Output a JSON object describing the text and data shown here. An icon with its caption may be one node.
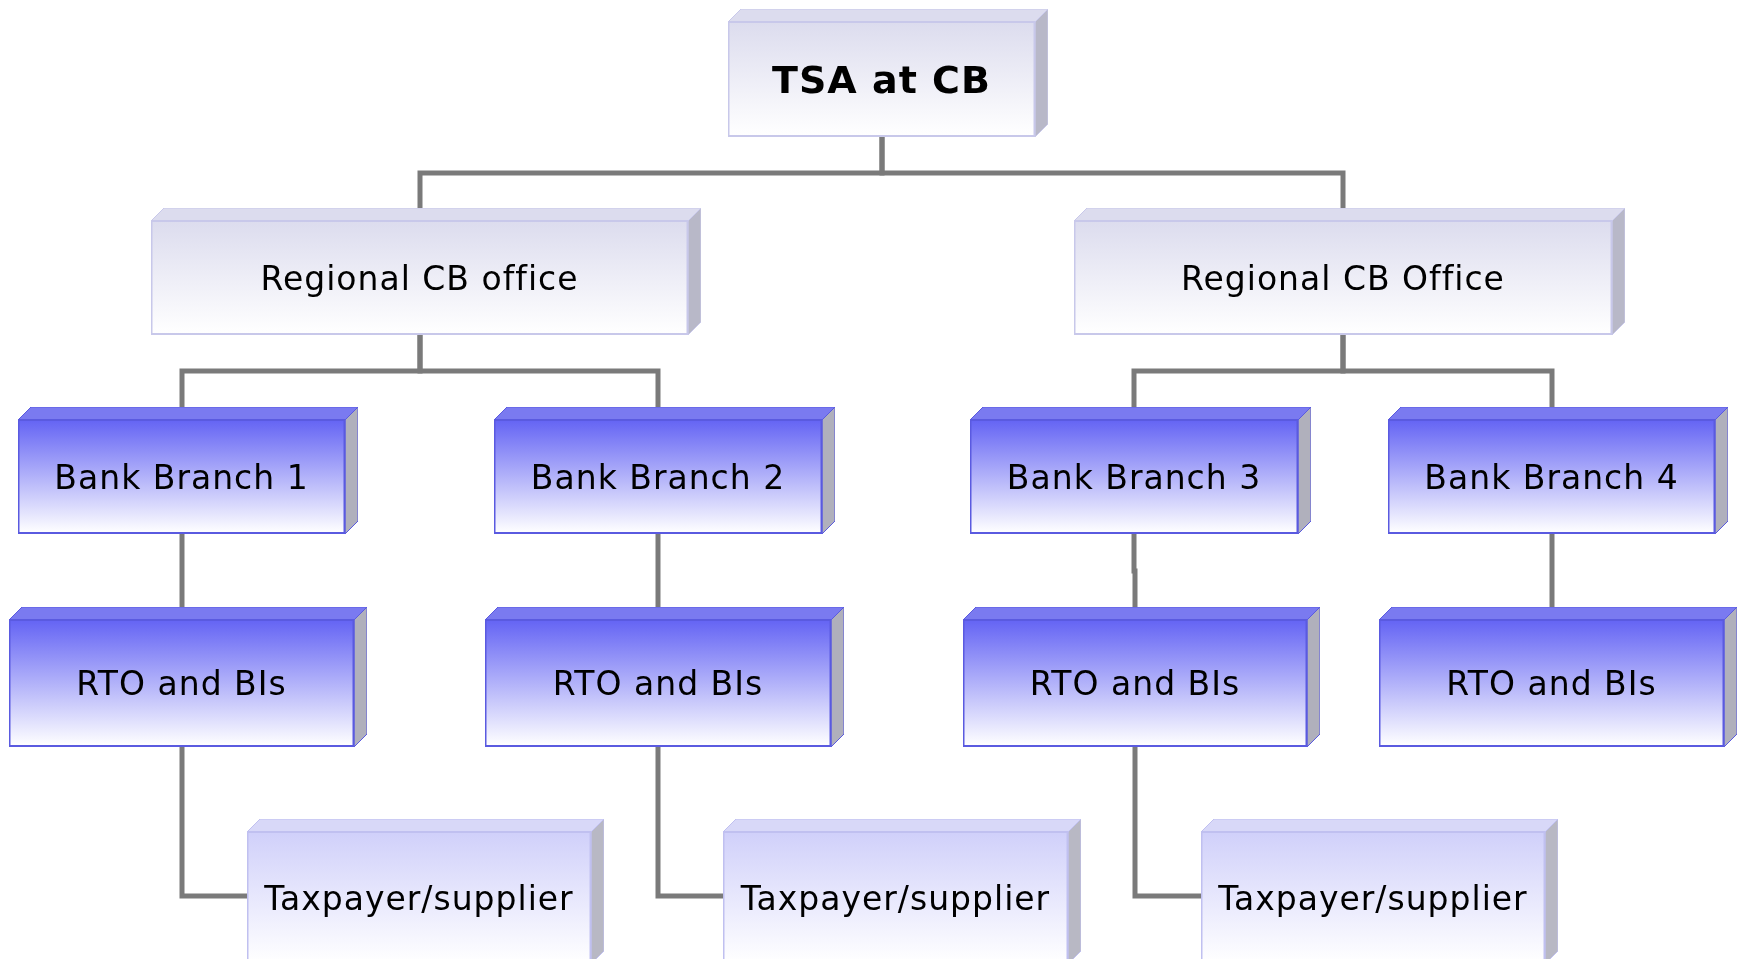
{
  "diagram": {
    "nodes": [
      {
        "text": [
          "TSA at CB"
        ]
      },
      {
        "text": [
          "Regional CB office"
        ]
      },
      {
        "text": [
          "Regional CB Office"
        ]
      },
      {
        "text": [
          "Bank Branch 1"
        ]
      },
      {
        "text": [
          "Bank Branch 2"
        ]
      },
      {
        "text": [
          "Bank Branch 3"
        ]
      },
      {
        "text": [
          "Bank Branch 4"
        ]
      },
      {
        "text": [
          "RTO and BIs"
        ]
      },
      {
        "text": [
          "RTO and BIs"
        ]
      },
      {
        "text": [
          "RTO and BIs"
        ]
      },
      {
        "text": [
          "RTO and BIs"
        ]
      },
      {
        "text": [
          "Taxpayer/supplier"
        ]
      },
      {
        "text": [
          "Taxpayer/supplier"
        ]
      },
      {
        "text": [
          "Taxpayer/supplier"
        ]
      }
    ],
    "edges": [
      {
        "from": 0,
        "to": 1,
        "arrow": "none"
      },
      {
        "from": 0,
        "to": 2,
        "arrow": "none"
      },
      {
        "from": 1,
        "to": 3,
        "arrow": "none"
      },
      {
        "from": 1,
        "to": 4,
        "arrow": "none"
      },
      {
        "from": 2,
        "to": 5,
        "arrow": "none"
      },
      {
        "from": 2,
        "to": 6,
        "arrow": "none"
      },
      {
        "from": 3,
        "to": 7,
        "arrow": "none"
      },
      {
        "from": 4,
        "to": 8,
        "arrow": "none"
      },
      {
        "from": 5,
        "to": 9,
        "arrow": "none"
      },
      {
        "from": 6,
        "to": 10,
        "arrow": "none"
      },
      {
        "from": 7,
        "to": 11,
        "arrow": "none"
      },
      {
        "from": 8,
        "to": 12,
        "arrow": "none"
      },
      {
        "from": 9,
        "to": 13,
        "arrow": "none"
      }
    ]
  }
}
